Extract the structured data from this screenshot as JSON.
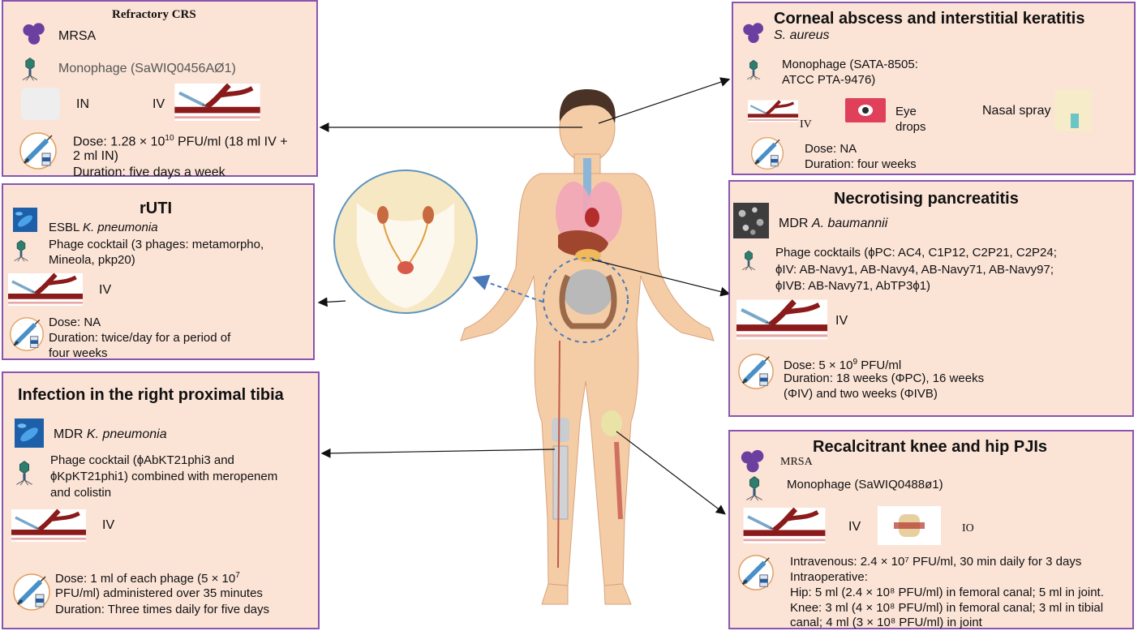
{
  "colors": {
    "panel_bg": "#fbe3d6",
    "panel_border": "#8a55b0",
    "vein": "#8b1a1a",
    "bacteria_purple": "#6b3fa0"
  },
  "center": {
    "icons": [
      "human-body-icon",
      "bladder-kidney-inset-icon"
    ]
  },
  "crs": {
    "title": "Refractory CRS",
    "organism": "MRSA",
    "phage": "Monophage (SaWIQ0456AØ1)",
    "route_in": "IN",
    "route_iv": "IV",
    "dose_prefix": "Dose: 1.28 × 10",
    "dose_exp": "10",
    "dose_suffix": " PFU/ml (18 ml IV +",
    "dose_line2": "2 ml IN)",
    "duration": "Duration: five days a week"
  },
  "keratitis": {
    "title": "Corneal abscess and interstitial keratitis",
    "organism": "S. aureus",
    "phage_line1": "Monophage (SATA-8505:",
    "phage_line2": "ATCC PTA-9476)",
    "route_iv": "IV",
    "eye_line1": "Eye",
    "eye_line2": "drops",
    "nasal": "Nasal spray",
    "dose": "Dose: NA",
    "duration": "Duration: four weeks"
  },
  "ruti": {
    "title": "rUTI",
    "organism_prefix": "ESBL ",
    "organism_italic": "K. pneumonia",
    "phage_line1": "Phage cocktail (3 phages: metamorpho,",
    "phage_line2": "Mineola, pkp20)",
    "route_iv": "IV",
    "dose": "Dose: NA",
    "duration_line1": "Duration: twice/day for a period of",
    "duration_line2": "four weeks"
  },
  "pancreatitis": {
    "title": "Necrotising pancreatitis",
    "organism_prefix": "MDR ",
    "organism_italic": "A. baumannii",
    "phage_line1": "Phage cocktails (ϕPC: AC4, C1P12, C2P21, C2P24;",
    "phage_line2": "ϕIV: AB-Navy1, AB-Navy4, AB-Navy71, AB-Navy97;",
    "phage_line3": "ϕIVB: AB-Navy71, AbTP3ϕ1)",
    "route_iv": "IV",
    "dose_prefix": "Dose: 5 × 10",
    "dose_exp": "9",
    "dose_suffix": " PFU/ml",
    "duration_line1": "Duration: 18 weeks (ΦPC), 16 weeks",
    "duration_line2": "(ΦIV) and two weeks (ΦIVB)"
  },
  "tibia": {
    "title": "Infection in the right proximal tibia",
    "organism_prefix": "MDR ",
    "organism_italic": "K. pneumonia",
    "phage_line1": "Phage cocktail (ϕAbKT21phi3 and",
    "phage_line2": "ϕKpKT21phi1) combined with meropenem",
    "phage_line3": "and colistin",
    "route_iv": "IV",
    "dose_label": "Dose:",
    "dose_line1": " 1 ml of each phage (5 × 10",
    "dose_exp": "7",
    "dose_line2": "PFU/ml) administered over 35 minutes",
    "duration": "Duration: Three times daily for five days"
  },
  "pji": {
    "title": "Recalcitrant knee and hip PJIs",
    "organism": "MRSA",
    "phage": "Monophage (SaWIQ0488ø1)",
    "route_iv": "IV",
    "route_io": "IO",
    "line1": "Intravenous: 2.4 × 10⁷ PFU/ml, 30 min daily for 3 days",
    "line2": "Intraoperative:",
    "line3": "Hip: 5 ml (2.4 × 10⁸ PFU/ml) in femoral canal; 5 ml in joint.",
    "line4": "Knee: 3 ml (4 × 10⁸ PFU/ml) in femoral canal; 3 ml in tibial",
    "line5": "canal; 4 ml (3 × 10⁸ PFU/ml) in joint"
  }
}
